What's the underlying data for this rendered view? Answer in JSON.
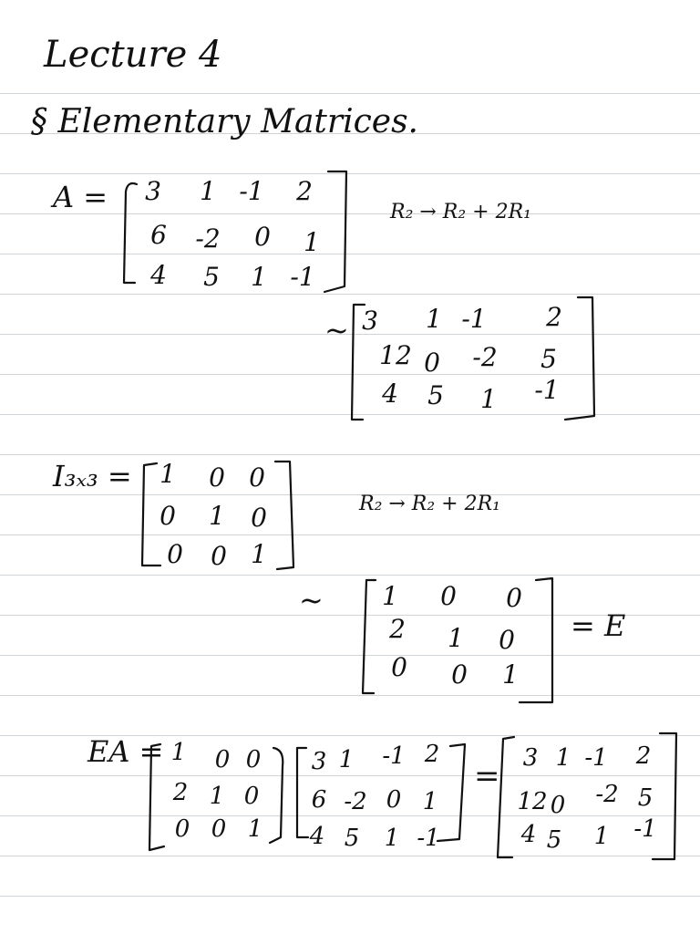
{
  "page": {
    "title": "Lecture 4",
    "section_heading": "§ Elementary Matrices."
  },
  "block1": {
    "label": "A =",
    "matrix_A": [
      [
        "3",
        "1",
        "-1",
        "2"
      ],
      [
        "6",
        "-2",
        "0",
        "1"
      ],
      [
        "4",
        "5",
        "1",
        "-1"
      ]
    ],
    "row_op": "R₂ → R₂ + 2R₁",
    "equiv_symbol": "~",
    "matrix_result": [
      [
        "3",
        "1",
        "-1",
        "2"
      ],
      [
        "12",
        "0",
        "-2",
        "5"
      ],
      [
        "4",
        "5",
        "1",
        "-1"
      ]
    ]
  },
  "block2": {
    "label": "I₃ₓ₃ =",
    "matrix_I": [
      [
        "1",
        "0",
        "0"
      ],
      [
        "0",
        "1",
        "0"
      ],
      [
        "0",
        "0",
        "1"
      ]
    ],
    "row_op": "R₂ → R₂ + 2R₁",
    "equiv_symbol": "~",
    "matrix_E": [
      [
        "1",
        "0",
        "0"
      ],
      [
        "2",
        "1",
        "0"
      ],
      [
        "0",
        "0",
        "1"
      ]
    ],
    "equals_label": "= E"
  },
  "block3": {
    "label": "EA =",
    "matrix_E": [
      [
        "1",
        "0",
        "0"
      ],
      [
        "2",
        "1",
        "0"
      ],
      [
        "0",
        "0",
        "1"
      ]
    ],
    "matrix_A": [
      [
        "3",
        "1",
        "-1",
        "2"
      ],
      [
        "6",
        "-2",
        "0",
        "1"
      ],
      [
        "4",
        "5",
        "1",
        "-1"
      ]
    ],
    "equals": "=",
    "matrix_result": [
      [
        "3",
        "1",
        "-1",
        "2"
      ],
      [
        "12",
        "0",
        "-2",
        "5"
      ],
      [
        "4",
        "5",
        "1",
        "-1"
      ]
    ]
  }
}
